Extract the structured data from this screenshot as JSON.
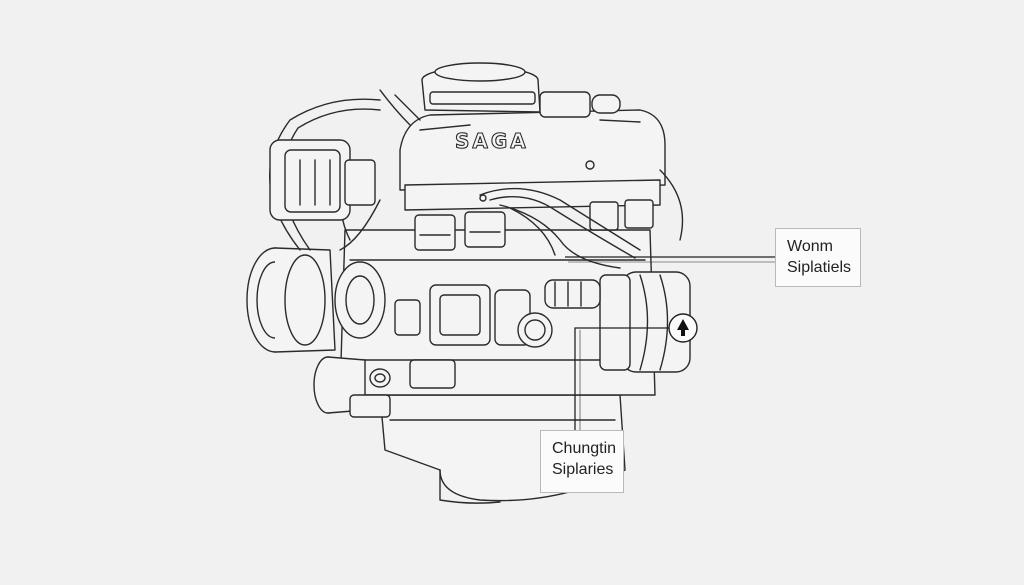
{
  "engine": {
    "brand_lettering": "SAGA"
  },
  "callouts": [
    {
      "line1": "Wonm",
      "line2": "Siplatiels"
    },
    {
      "line1": "Chungtin",
      "line2": "Siplaries"
    }
  ],
  "marker_icon": "up-arrow-circle-icon",
  "colors": {
    "background": "#f1f1f1",
    "line": "#2b2b2b",
    "fill": "#f4f4f4"
  }
}
